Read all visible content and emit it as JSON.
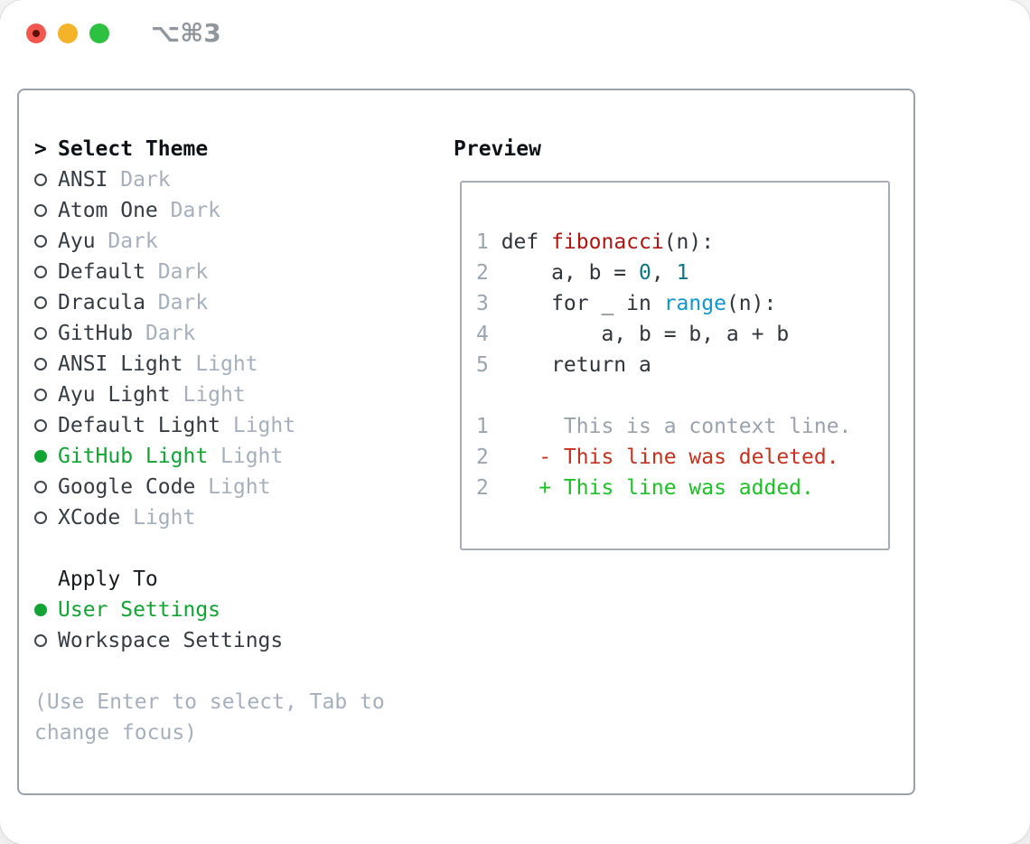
{
  "window": {
    "title": "⌥⌘3"
  },
  "titlebar": {
    "buttons": [
      "close",
      "minimize",
      "zoom"
    ]
  },
  "colors": {
    "accent_green": "#12a433",
    "diff_added": "#1cc127",
    "diff_deleted": "#c5311d",
    "function_red": "#b11511",
    "number_teal": "#0d7486",
    "builtin_blue": "#0f95cf",
    "muted_gray": "#a6b0bc",
    "panel_border": "#98a1ac",
    "traffic_red": "#f4574e",
    "traffic_yellow": "#f5b32a",
    "traffic_green": "#2ec040"
  },
  "theme_list": {
    "header_prefix": ">",
    "header": "Select Theme",
    "items": [
      {
        "slug": "ansi-dark",
        "name": "ANSI",
        "variant": "Dark",
        "selected": false
      },
      {
        "slug": "atom-one-dark",
        "name": "Atom One",
        "variant": "Dark",
        "selected": false
      },
      {
        "slug": "ayu-dark",
        "name": "Ayu",
        "variant": "Dark",
        "selected": false
      },
      {
        "slug": "default-dark",
        "name": "Default",
        "variant": "Dark",
        "selected": false
      },
      {
        "slug": "dracula-dark",
        "name": "Dracula",
        "variant": "Dark",
        "selected": false
      },
      {
        "slug": "github-dark",
        "name": "GitHub",
        "variant": "Dark",
        "selected": false
      },
      {
        "slug": "ansi-light",
        "name": "ANSI Light",
        "variant": "Light",
        "selected": false
      },
      {
        "slug": "ayu-light",
        "name": "Ayu Light",
        "variant": "Light",
        "selected": false
      },
      {
        "slug": "default-light",
        "name": "Default Light",
        "variant": "Light",
        "selected": false
      },
      {
        "slug": "github-light",
        "name": "GitHub Light",
        "variant": "Light",
        "selected": true
      },
      {
        "slug": "google-code",
        "name": "Google Code",
        "variant": "Light",
        "selected": false
      },
      {
        "slug": "xcode",
        "name": "XCode",
        "variant": "Light",
        "selected": false
      }
    ]
  },
  "apply_to": {
    "header": "Apply To",
    "options": [
      {
        "slug": "user-settings",
        "label": "User Settings",
        "selected": true
      },
      {
        "slug": "workspace-settings",
        "label": "Workspace Settings",
        "selected": false
      }
    ]
  },
  "hint": {
    "line1": "(Use Enter to select, Tab to",
    "line2": "change focus)"
  },
  "preview": {
    "header": "Preview",
    "lines": [
      {
        "num": "1",
        "tokens": [
          [
            "def ",
            "fg"
          ],
          [
            "fibonacci",
            "func"
          ],
          [
            "(n):",
            "fg"
          ]
        ]
      },
      {
        "num": "2",
        "tokens": [
          [
            "    a, b = ",
            "fg"
          ],
          [
            "0",
            "num"
          ],
          [
            ", ",
            "fg"
          ],
          [
            "1",
            "num"
          ]
        ]
      },
      {
        "num": "3",
        "tokens": [
          [
            "    for _ in ",
            "fg"
          ],
          [
            "range",
            "builtin"
          ],
          [
            "(n):",
            "fg"
          ]
        ]
      },
      {
        "num": "4",
        "tokens": [
          [
            "        a, b = b, a + b",
            "fg"
          ]
        ]
      },
      {
        "num": "5",
        "tokens": [
          [
            "    return a",
            "fg"
          ]
        ]
      },
      {
        "num": "",
        "tokens": []
      },
      {
        "num": "1",
        "tokens": [
          [
            "     This is a context line.",
            "muted"
          ]
        ]
      },
      {
        "num": "2",
        "tokens": [
          [
            "   - This line was deleted.",
            "del"
          ]
        ]
      },
      {
        "num": "2",
        "tokens": [
          [
            "   + This line was added.",
            "add"
          ]
        ]
      }
    ]
  }
}
